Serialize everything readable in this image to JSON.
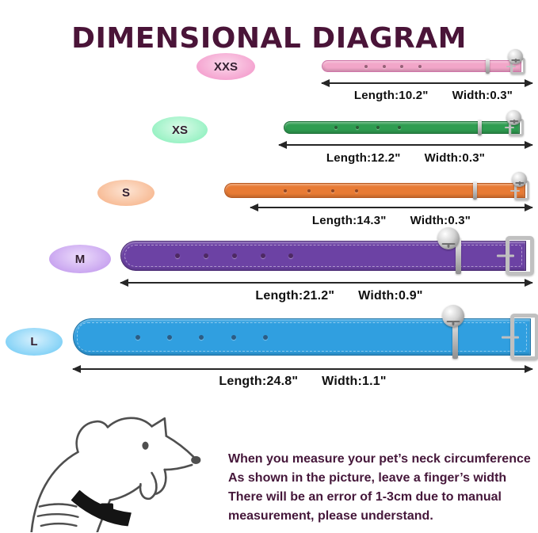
{
  "title": "DIMENSIONAL DIAGRAM",
  "colors": {
    "title_text": "#4a1438",
    "note_text": "#45173a",
    "dims_text": "#101010",
    "metal_silver": "#c0c0c0"
  },
  "icons": {
    "bell": "bell-icon",
    "buckle": "buckle-icon",
    "d_ring": "d-ring-icon",
    "length_arrow": "double-arrow-icon",
    "dog": "dog-wearing-collar-sketch"
  },
  "sizes": [
    {
      "label": "XXS",
      "length_label": "Length:10.2\"",
      "width_label": "Width:0.3\"",
      "badge_inner": "#fbd9eb",
      "badge_color": "#f49fce",
      "collar_color": "#f2a6c9",
      "collar_border": "#cf74a8"
    },
    {
      "label": "XS",
      "length_label": "Length:12.2\"",
      "width_label": "Width:0.3\"",
      "badge_inner": "#dcfbe9",
      "badge_color": "#93f1c1",
      "collar_color": "#2f9d51",
      "collar_border": "#1d6f38"
    },
    {
      "label": "S",
      "length_label": "Length:14.3\"",
      "width_label": "Width:0.3\"",
      "badge_inner": "#fde4d3",
      "badge_color": "#f7b992",
      "collar_color": "#e87b35",
      "collar_border": "#b6571f"
    },
    {
      "label": "M",
      "length_label": "Length:21.2\"",
      "width_label": "Width:0.9\"",
      "badge_inner": "#ecdcfb",
      "badge_color": "#c6a0ef",
      "collar_color": "#6c42a4",
      "collar_border": "#4a2b72"
    },
    {
      "label": "L",
      "length_label": "Length:24.8\"",
      "width_label": "Width:1.1\"",
      "badge_inner": "#d6f0fd",
      "badge_color": "#7ed0f6",
      "collar_color": "#309fe0",
      "collar_border": "#1f73a6"
    }
  ],
  "note": {
    "text": "When you measure your pet’s neck circumference As shown in the picture, leave a finger’s width There will be an error of 1-3cm due to manual measurement, please understand."
  }
}
